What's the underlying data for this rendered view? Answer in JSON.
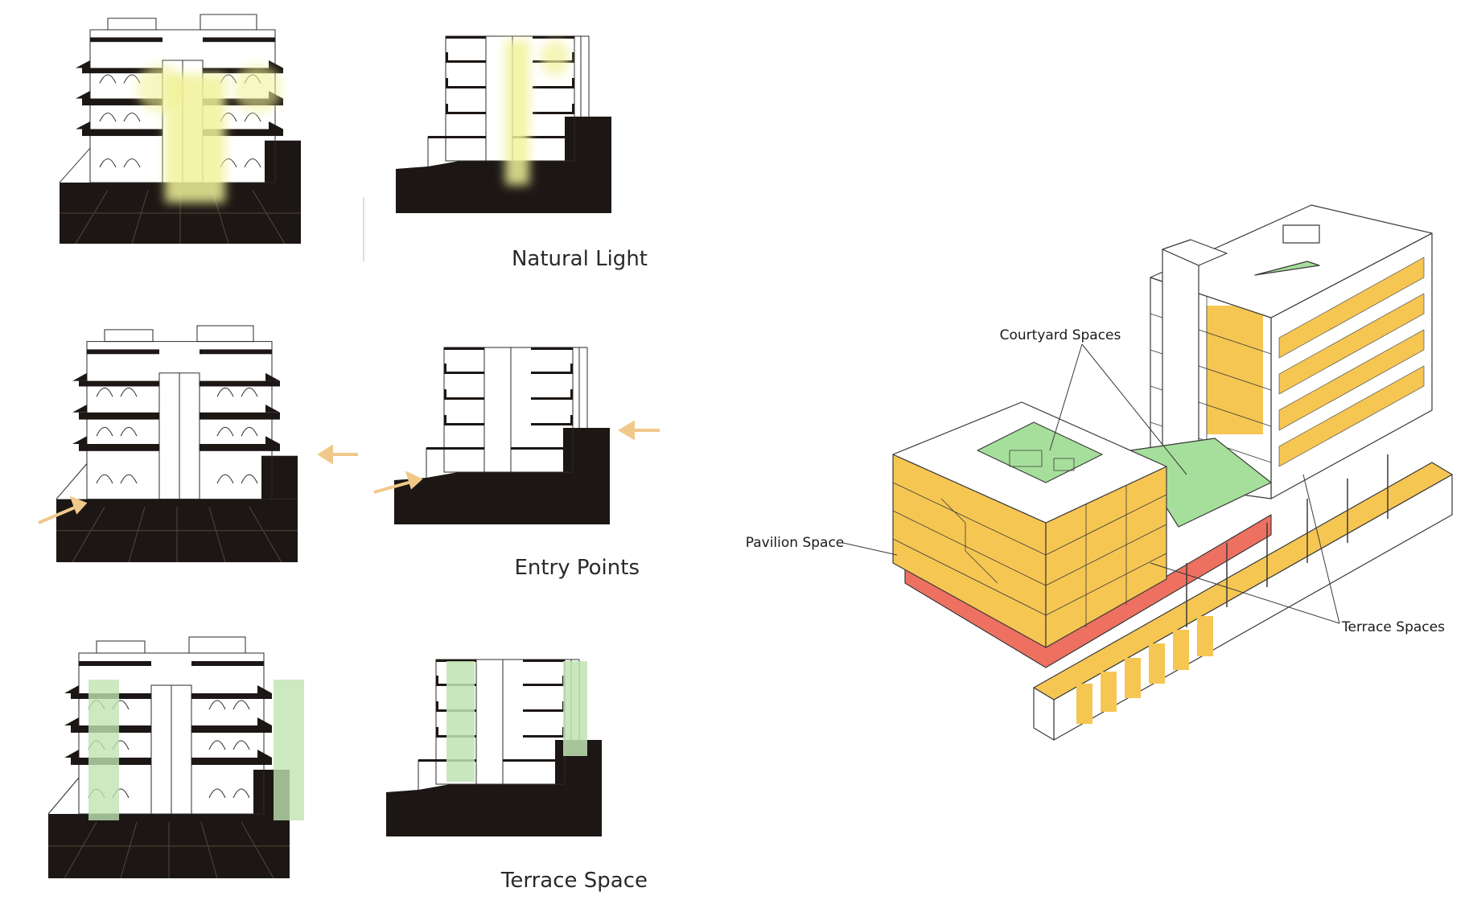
{
  "captions": {
    "natural_light": "Natural Light",
    "entry_points": "Entry Points",
    "terrace_space": "Terrace Space"
  },
  "axo_labels": {
    "courtyard": "Courtyard Spaces",
    "pavilion": "Pavilion Space",
    "terrace": "Terrace Spaces"
  },
  "colors": {
    "ground": "#1c1714",
    "line": "#2b2b2b",
    "light": "#f1f29a",
    "entry_arrow": "#f0c98a",
    "terrace_green": "#bfe3b3",
    "courtyard_green": "#a6df9b",
    "terrace_orange": "#f6c653",
    "pavilion_red": "#ee7060"
  }
}
